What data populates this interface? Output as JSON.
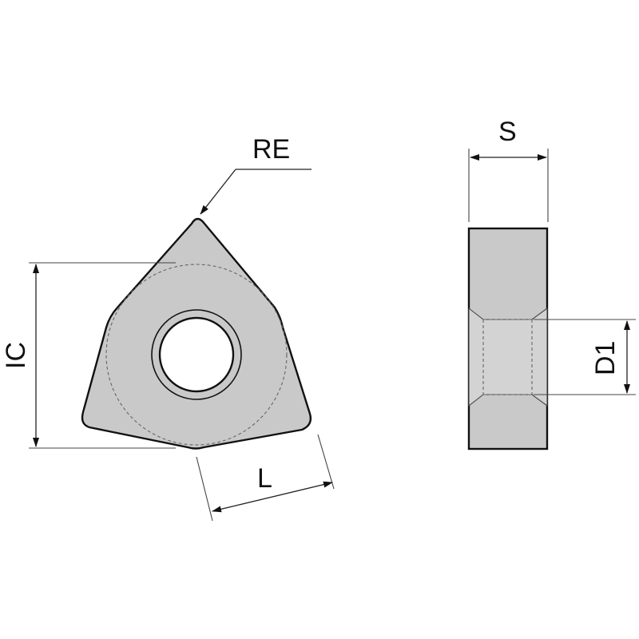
{
  "labels": {
    "re": "RE",
    "ic": "IC",
    "l": "L",
    "s": "S",
    "d1": "D1"
  },
  "colors": {
    "insert_fill": "#c9c9c9",
    "outline": "#111111",
    "background": "#ffffff"
  }
}
